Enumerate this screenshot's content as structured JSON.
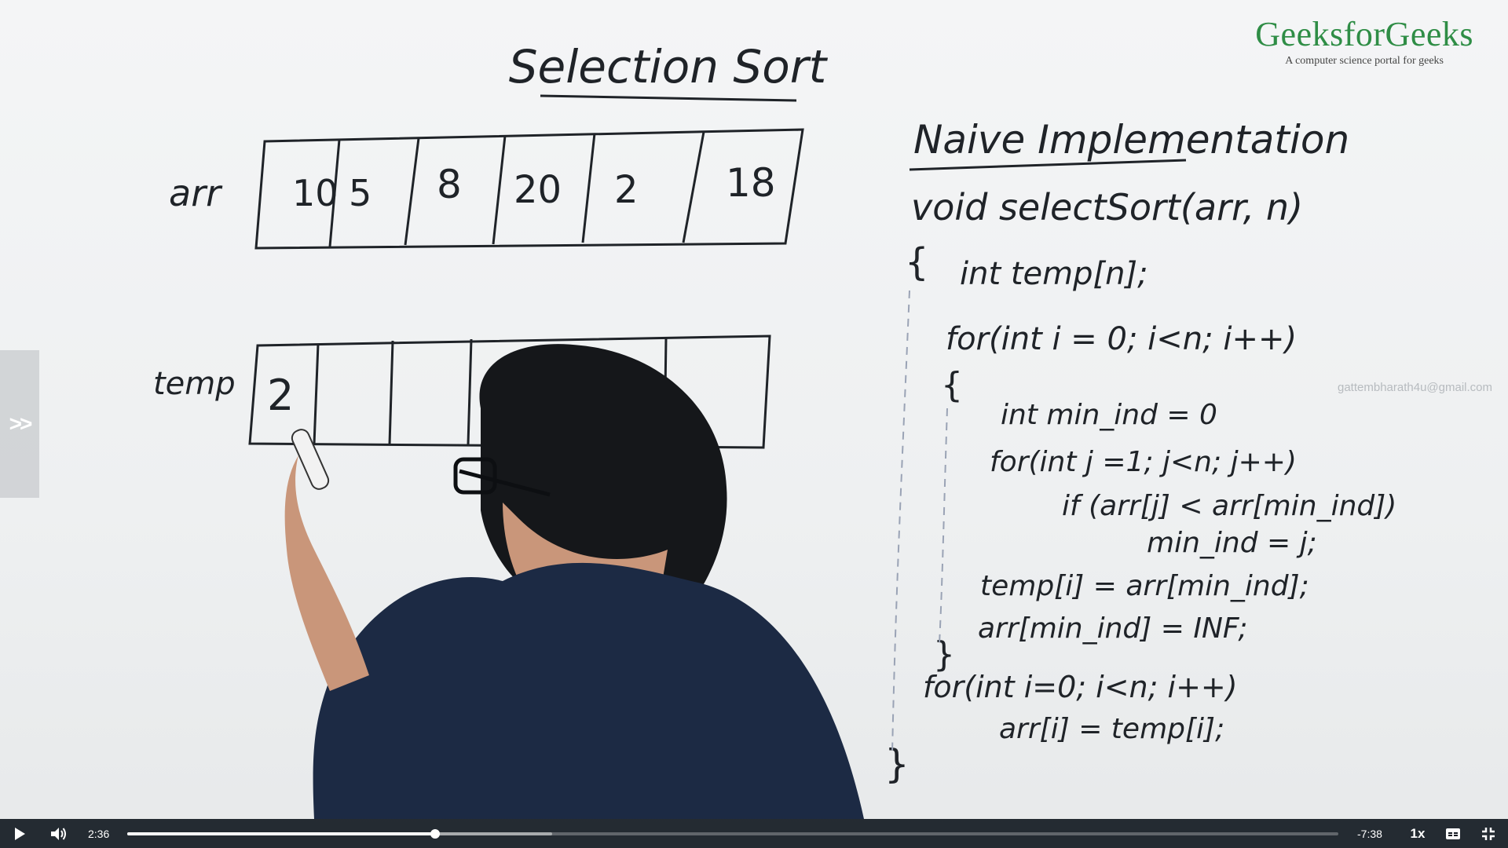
{
  "board": {
    "title": "Selection Sort",
    "arr_label": "arr",
    "temp_label": "temp",
    "arr_values": [
      "10",
      "5",
      "8",
      "20",
      "2",
      "18"
    ],
    "temp_values": [
      "2",
      "",
      "",
      "",
      "",
      ""
    ],
    "impl_title": "Naive Implementation",
    "code_lines": [
      "void selectSort(arr, n)",
      "{",
      "int temp[n];",
      "for(int i = 0; i<n; i++)",
      "{",
      "int min_ind = 0",
      "for(int j =1; j<n; j++)",
      "if (arr[j] < arr[min_ind])",
      "min_ind = j;",
      "temp[i] = arr[min_ind];",
      "arr[min_ind] = INF;",
      "}",
      "for(int i=0; i<n; i++)",
      "arr[i] = temp[i];",
      "}"
    ]
  },
  "brand": {
    "name": "GeeksforGeeks",
    "tagline": "A computer science portal for geeks",
    "color": "#2f8d46"
  },
  "watermark": "gattembharath4u@gmail.com",
  "side_handle": {
    "label": ">>"
  },
  "player": {
    "current_time": "2:36",
    "remaining_time": "-7:38",
    "speed": "1x",
    "progress_fraction": 0.254,
    "buffered_fraction": 0.351,
    "icons": {
      "play": "play-icon",
      "volume": "volume-icon",
      "captions": "captions-icon",
      "fullscreen": "fullscreen-exit-icon"
    }
  }
}
